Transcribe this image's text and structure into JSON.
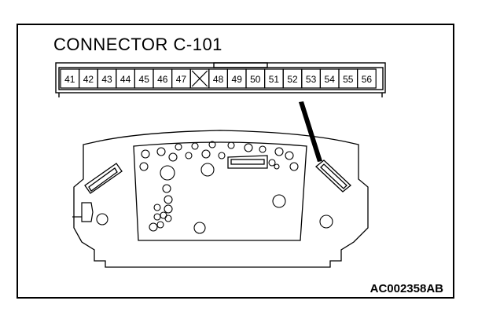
{
  "title": "CONNECTOR C-101",
  "figure_code": "AC002358AB",
  "pins": [
    "41",
    "42",
    "43",
    "44",
    "45",
    "46",
    "47",
    "",
    "48",
    "49",
    "50",
    "51",
    "52",
    "53",
    "54",
    "55",
    "56"
  ]
}
